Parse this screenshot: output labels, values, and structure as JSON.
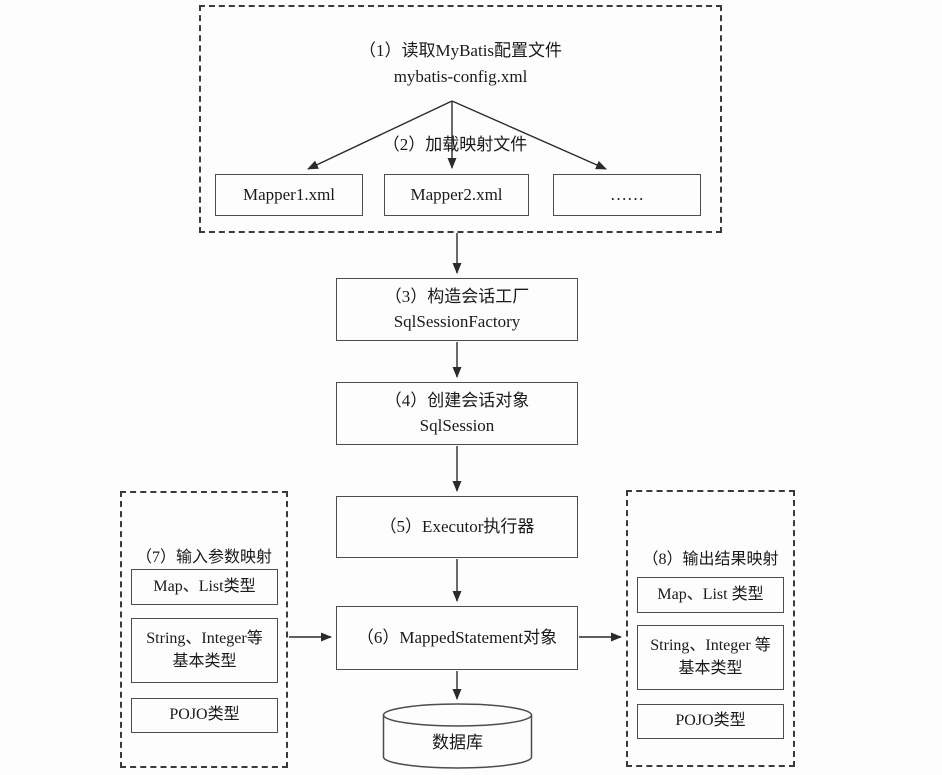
{
  "diagram": {
    "config_section": {
      "step1_line1": "（1）读取MyBatis配置文件",
      "step1_line2": "mybatis-config.xml",
      "step2_label": "（2）加载映射文件",
      "mapper1": "Mapper1.xml",
      "mapper2": "Mapper2.xml",
      "mapper_more": "……"
    },
    "flow": {
      "step3_line1": "（3）构造会话工厂",
      "step3_line2": "SqlSessionFactory",
      "step4_line1": "（4）创建会话对象",
      "step4_line2": "SqlSession",
      "step5_label": "（5）Executor执行器",
      "step6_label": "（6）MappedStatement对象"
    },
    "database": {
      "label": "数据库"
    },
    "input_mapping": {
      "title": "（7）输入参数映射",
      "item1": "Map、List类型",
      "item2_line1": "String、Integer等",
      "item2_line2": "基本类型",
      "item3": "POJO类型"
    },
    "output_mapping": {
      "title": "（8）输出结果映射",
      "item1": "Map、List 类型",
      "item2_line1": "String、Integer 等",
      "item2_line2": "基本类型",
      "item3": "POJO类型"
    },
    "colors": {
      "line": "#2b2b2b",
      "box_border": "#4d4d4d",
      "dashed_border": "#3a3a3a",
      "text": "#1a1a1a",
      "background": "#fdfdfd"
    }
  }
}
